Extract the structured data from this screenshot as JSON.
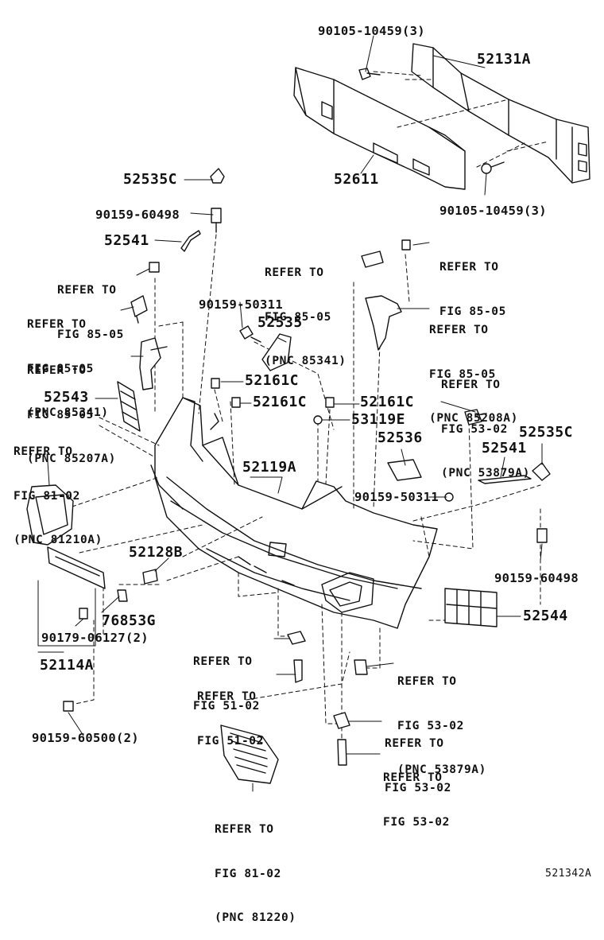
{
  "diagram": {
    "id": "521342A",
    "parts": {
      "p90105_top": "90105-10459(3)",
      "p52131A": "52131A",
      "p52611": "52611",
      "p90105_right": "90105-10459(3)",
      "p52535C_l": "52535C",
      "p90159_60498_l": "90159-60498",
      "p52541_l": "52541",
      "p90159_50311_a": "90159-50311",
      "p52535": "52535",
      "p52543": "52543",
      "p52161C_a": "52161C",
      "p52161C_b": "52161C",
      "p52161C_c": "52161C",
      "p53119E": "53119E",
      "p52536": "52536",
      "p52119A": "52119A",
      "p52535C_r": "52535C",
      "p52541_r": "52541",
      "p90159_50311_b": "90159-50311",
      "p90159_60498_r": "90159-60498",
      "p52128B": "52128B",
      "p76853G": "76853G",
      "p90179": "90179-06127(2)",
      "p52114A": "52114A",
      "p52544": "52544",
      "p90159_60500": "90159-60500(2)"
    },
    "refs": {
      "r_85_05_a": [
        "REFER TO",
        "FIG 85-05",
        "(PNC 85341)"
      ],
      "r_85_05_b": [
        "REFER TO",
        "FIG 85-05"
      ],
      "r_85_05_c": [
        "REFER TO",
        "FIG 85-05"
      ],
      "r_85_05_d": [
        "REFER TO",
        "FIG 85-05",
        "(PNC 85341)"
      ],
      "r_85_05_e": [
        "REFER TO",
        "FIG 85-05",
        "(PNC 85207A)"
      ],
      "r_85_05_f": [
        "REFER TO",
        "FIG 85-05",
        "(PNC 85208A)"
      ],
      "r_53_02_a": [
        "REFER TO",
        "FIG 53-02",
        "(PNC 53879A)"
      ],
      "r_81_02_a": [
        "REFER TO",
        "FIG 81-02",
        "(PNC 81210A)"
      ],
      "r_51_02_a": [
        "REFER TO",
        "FIG 51-02"
      ],
      "r_51_02_b": [
        "REFER TO",
        "FIG 51-02"
      ],
      "r_53_02_b": [
        "REFER TO",
        "FIG 53-02",
        "(PNC 53879A)"
      ],
      "r_53_02_c": [
        "REFER TO",
        "FIG 53-02"
      ],
      "r_53_02_d": [
        "REFER TO",
        "FIG 53-02"
      ],
      "r_81_02_b": [
        "REFER TO",
        "FIG 81-02",
        "(PNC 81220)"
      ]
    }
  }
}
